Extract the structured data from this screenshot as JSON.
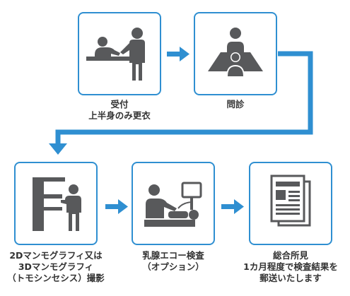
{
  "colors": {
    "accent": "#2f8fd1",
    "icon": "#58595b",
    "text": "#333333"
  },
  "steps": [
    {
      "icon": "reception-counter-icon",
      "label_lines": [
        "受付",
        "上半身のみ更衣"
      ]
    },
    {
      "icon": "interview-icon",
      "label_lines": [
        "問診",
        ""
      ]
    },
    {
      "icon": "mammography-machine-icon",
      "label_lines": [
        "2Dマンモグラフィ又は",
        "3Dマンモグラフィ",
        "（トモシンセシス）撮影"
      ]
    },
    {
      "icon": "ultrasound-exam-icon",
      "label_lines": [
        "乳腺エコー検査",
        "（オプション）",
        ""
      ]
    },
    {
      "icon": "report-document-icon",
      "label_lines": [
        "総合所見",
        "1カ月程度で検査結果を",
        "郵送いたします"
      ]
    }
  ]
}
